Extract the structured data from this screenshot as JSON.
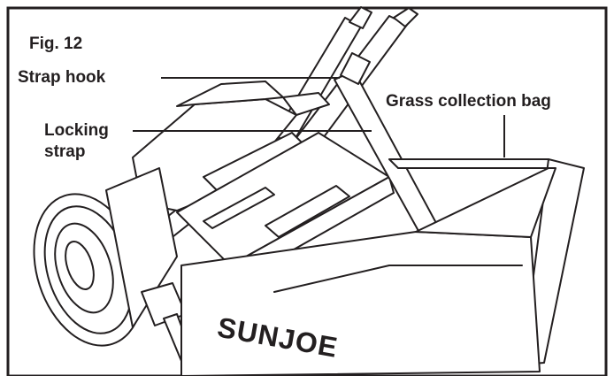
{
  "figure": {
    "label": "Fig. 12"
  },
  "callouts": {
    "strap_hook": "Strap hook",
    "locking_strap_line1": "Locking",
    "locking_strap_line2": "strap",
    "grass_bag": "Grass collection bag"
  },
  "brand": {
    "logo_text": "SUNJOE"
  },
  "colors": {
    "ink": "#231f20",
    "background": "#ffffff",
    "frame_border": "#231f20"
  }
}
